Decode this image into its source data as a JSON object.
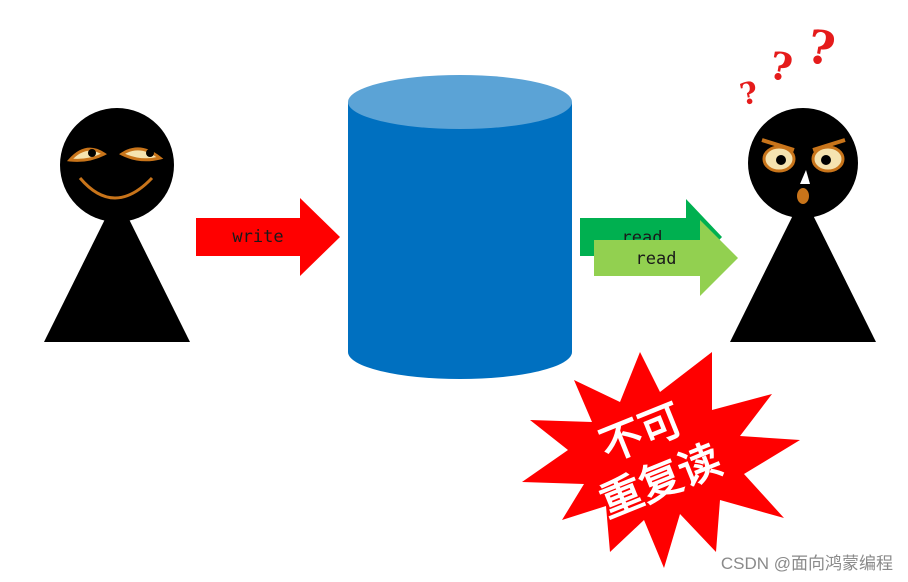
{
  "labels": {
    "write": "write",
    "read_back": "read",
    "read_front": "read",
    "burst_line1": "不可",
    "burst_line2": "重复读",
    "watermark": "CSDN @面向鸿蒙编程"
  },
  "questions": [
    "?",
    "?",
    "?"
  ],
  "colors": {
    "figure": "#000000",
    "database_body": "#0070c0",
    "database_top": "#5ba3d6",
    "write_arrow": "#ff0000",
    "read_arrow_back": "#00b050",
    "read_arrow_front": "#92d050",
    "burst": "#ff0000",
    "question_mark": "#e51b1b",
    "face_accent": "#c8741a"
  }
}
